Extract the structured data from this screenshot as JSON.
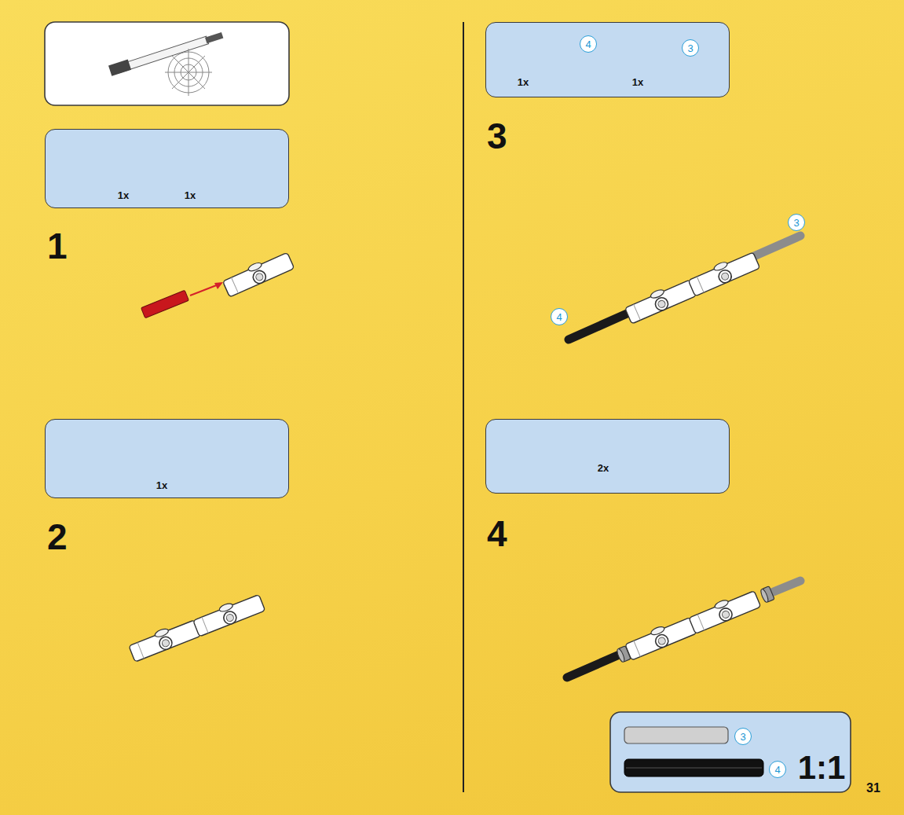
{
  "diagram": {
    "nodes": [
      {
        "text": [
          "1x",
          "1x"
        ]
      },
      {
        "text": [
          "1x"
        ]
      },
      {
        "text": [
          "1x",
          "1x"
        ]
      },
      {
        "text": [
          "4"
        ],
        "in": 2
      },
      {
        "text": [
          "3"
        ],
        "in": 2
      },
      {
        "text": [
          "3"
        ]
      },
      {
        "text": [
          "4"
        ]
      },
      {
        "text": [
          "2x"
        ]
      },
      {
        "text": [
          "1:1"
        ]
      },
      {
        "text": [
          "3"
        ],
        "in": 8
      },
      {
        "text": [
          "4"
        ],
        "in": 8
      }
    ],
    "labels": [
      "1",
      "2",
      "3",
      "4",
      "31"
    ]
  }
}
